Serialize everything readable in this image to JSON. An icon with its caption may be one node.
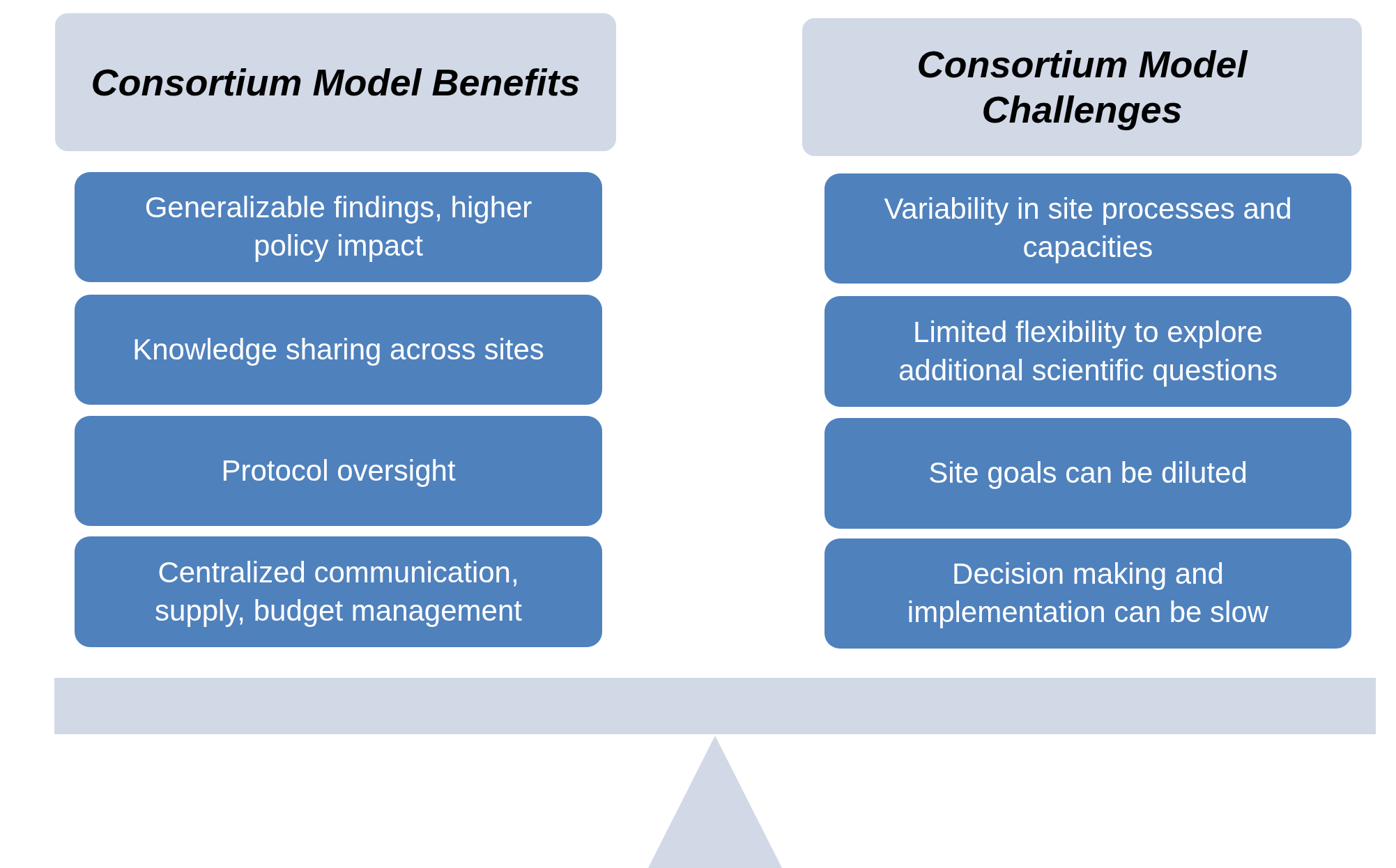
{
  "diagram": {
    "nodes": [
      {
        "text": [
          "Consortium Model Benefits"
        ]
      },
      {
        "text": [
          "Generalizable findings, higher policy impact"
        ]
      },
      {
        "text": [
          "Knowledge sharing across sites"
        ]
      },
      {
        "text": [
          "Protocol oversight"
        ]
      },
      {
        "text": [
          "Centralized communication, supply, budget management"
        ]
      },
      {
        "text": [
          "Consortium Model Challenges"
        ]
      },
      {
        "text": [
          "Variability in site processes and capacities"
        ]
      },
      {
        "text": [
          "Limited flexibility to explore additional scientific questions"
        ]
      },
      {
        "text": [
          "Site goals can be diluted"
        ]
      },
      {
        "text": [
          "Decision making and implementation can be slow"
        ]
      }
    ],
    "edges": []
  }
}
